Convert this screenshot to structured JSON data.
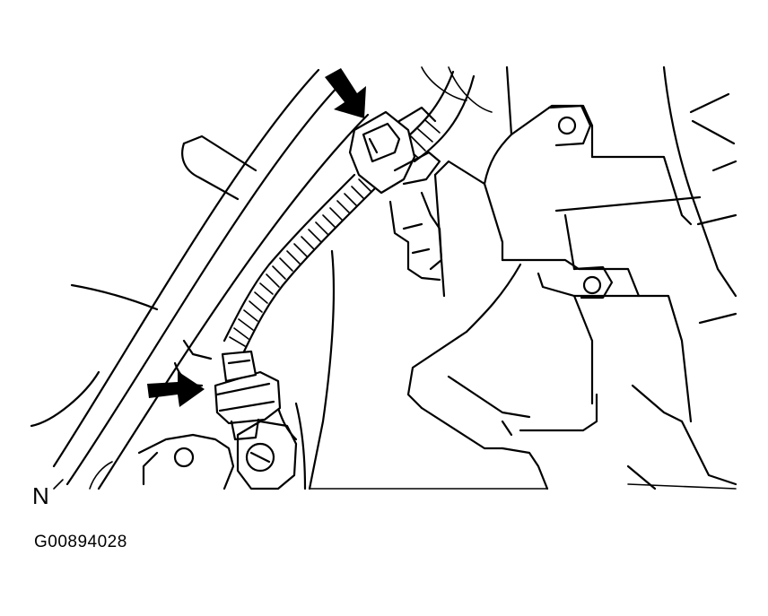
{
  "diagram": {
    "orientation_mark": "N",
    "figure_id": "G00894028",
    "arrows": [
      {
        "name": "upper-connector-arrow"
      },
      {
        "name": "lower-connector-arrow"
      }
    ]
  }
}
